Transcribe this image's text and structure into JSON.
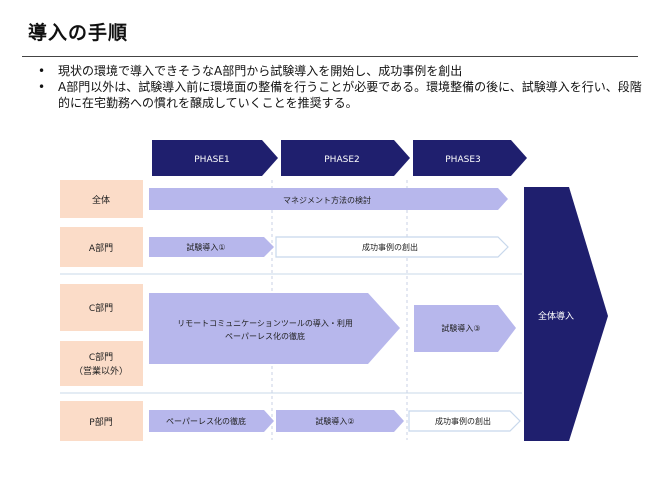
{
  "title": "導入の手順",
  "bullets": [
    "現状の環境で導入できそうなA部門から試験導入を開始し、成功事例を創出",
    "A部門以外は、試験導入前に環境面の整備を行うことが必要である。環境整備の後に、試験導入を行い、段階的に在宅勤務への慣れを醸成していくことを推奨する。"
  ],
  "phases": [
    "PHASE1",
    "PHASE2",
    "PHASE3"
  ],
  "rows": {
    "all": "全体",
    "a": "A部門",
    "c": "C部門",
    "c2_line1": "C部門",
    "c2_line2": "（営業以外）",
    "p": "P部門"
  },
  "tasks": {
    "management": "マネジメント方法の検討",
    "trial1": "試験導入①",
    "success_a": "成功事例の創出",
    "remote_line1": "リモートコミュニケーションツールの導入・利用",
    "remote_line2": "ペーパーレス化の徹底",
    "trial3": "試験導入③",
    "paperless_p": "ペーパーレス化の徹底",
    "trial2": "試験導入②",
    "success_p": "成功事例の創出",
    "full": "全体導入"
  },
  "colors": {
    "navy": "#1f1f6e",
    "lavender": "#b7b7ec",
    "peach": "#fbdcc8",
    "outline": "#c8d8ec"
  }
}
